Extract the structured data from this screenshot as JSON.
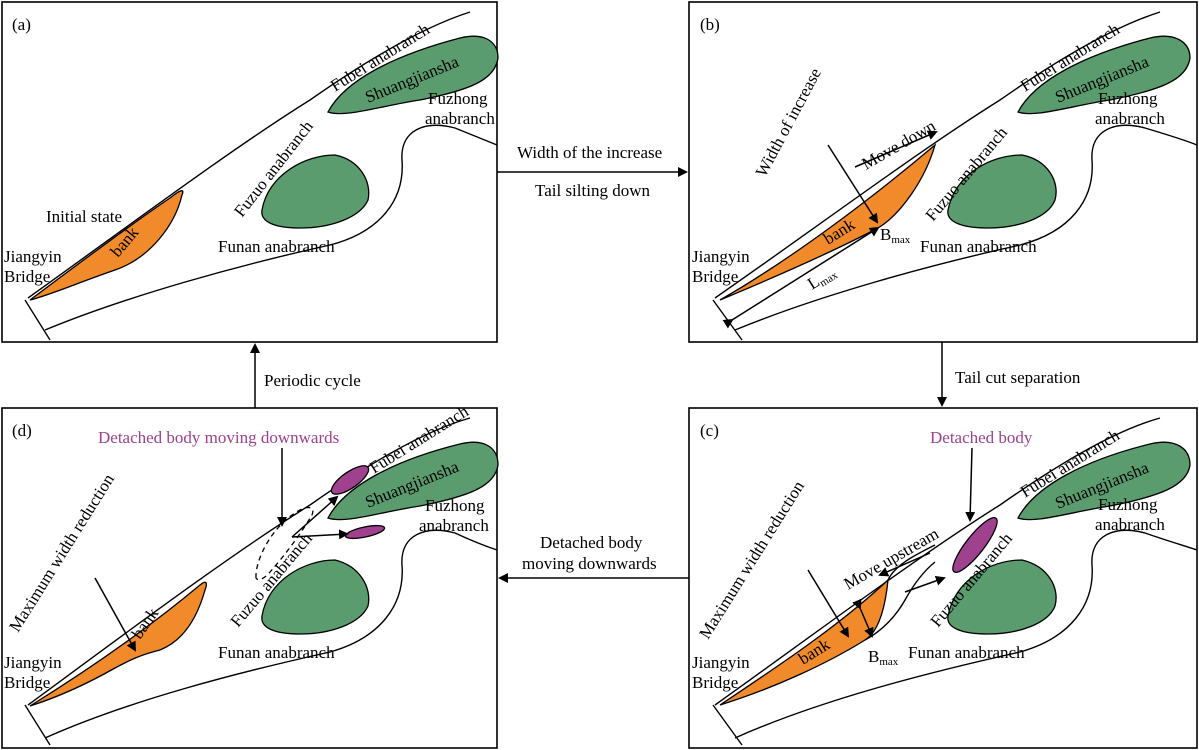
{
  "panels": {
    "a": {
      "label": "(a)",
      "state": "Initial state",
      "bank": "bank",
      "bridge_line1": "Jiangyin",
      "bridge_line2": "Bridge",
      "fubei": "Fubei anabranch",
      "shuang": "Shuangjiansha",
      "fuzhong1": "Fuzhong",
      "fuzhong2": "anabranch",
      "fuzuo": "Fuzuo anabranch",
      "funan": "Funan anabranch"
    },
    "b": {
      "label": "(b)",
      "width_increase": "Width of increase",
      "move_down": "Move down",
      "bank": "bank",
      "bmax_b": "B",
      "bmax_sub": "max",
      "lmax_l": "L",
      "lmax_sub": "max",
      "bridge_line1": "Jiangyin",
      "bridge_line2": "Bridge",
      "fubei": "Fubei anabranch",
      "shuang": "Shuangjiansha",
      "fuzhong1": "Fuzhong",
      "fuzhong2": "anabranch",
      "fuzuo": "Fuzuo anabranch",
      "funan": "Funan anabranch"
    },
    "c": {
      "label": "(c)",
      "detached": "Detached body",
      "max_width": "Maximum width reduction",
      "move_up": "Move upstream",
      "bank": "bank",
      "bmax_b": "B",
      "bmax_sub": "max",
      "bridge_line1": "Jiangyin",
      "bridge_line2": "Bridge",
      "fubei": "Fubei anabranch",
      "shuang": "Shuangjiansha",
      "fuzhong1": "Fuzhong",
      "fuzhong2": "anabranch",
      "fuzuo": "Fuzuo anabranch",
      "funan": "Funan anabranch"
    },
    "d": {
      "label": "(d)",
      "detached_moving": "Detached body moving downwards",
      "max_width": "Maximum width reduction",
      "bank": "bank",
      "bridge_line1": "Jiangyin",
      "bridge_line2": "Bridge",
      "fubei": "Fubei anabranch",
      "shuang": "Shuangjiansha",
      "fuzhong1": "Fuzhong",
      "fuzhong2": "anabranch",
      "fuzuo": "Fuzuo anabranch",
      "funan": "Funan anabranch"
    }
  },
  "transitions": {
    "ab_top": "Width of the increase",
    "ab_bottom": "Tail silting down",
    "bc": "Tail cut separation",
    "cd_line1": "Detached body",
    "cd_line2": "moving downwards",
    "da": "Periodic cycle"
  },
  "colors": {
    "bank": "#f08a2a",
    "island": "#5a9c6e",
    "detached": "#a0418f"
  }
}
